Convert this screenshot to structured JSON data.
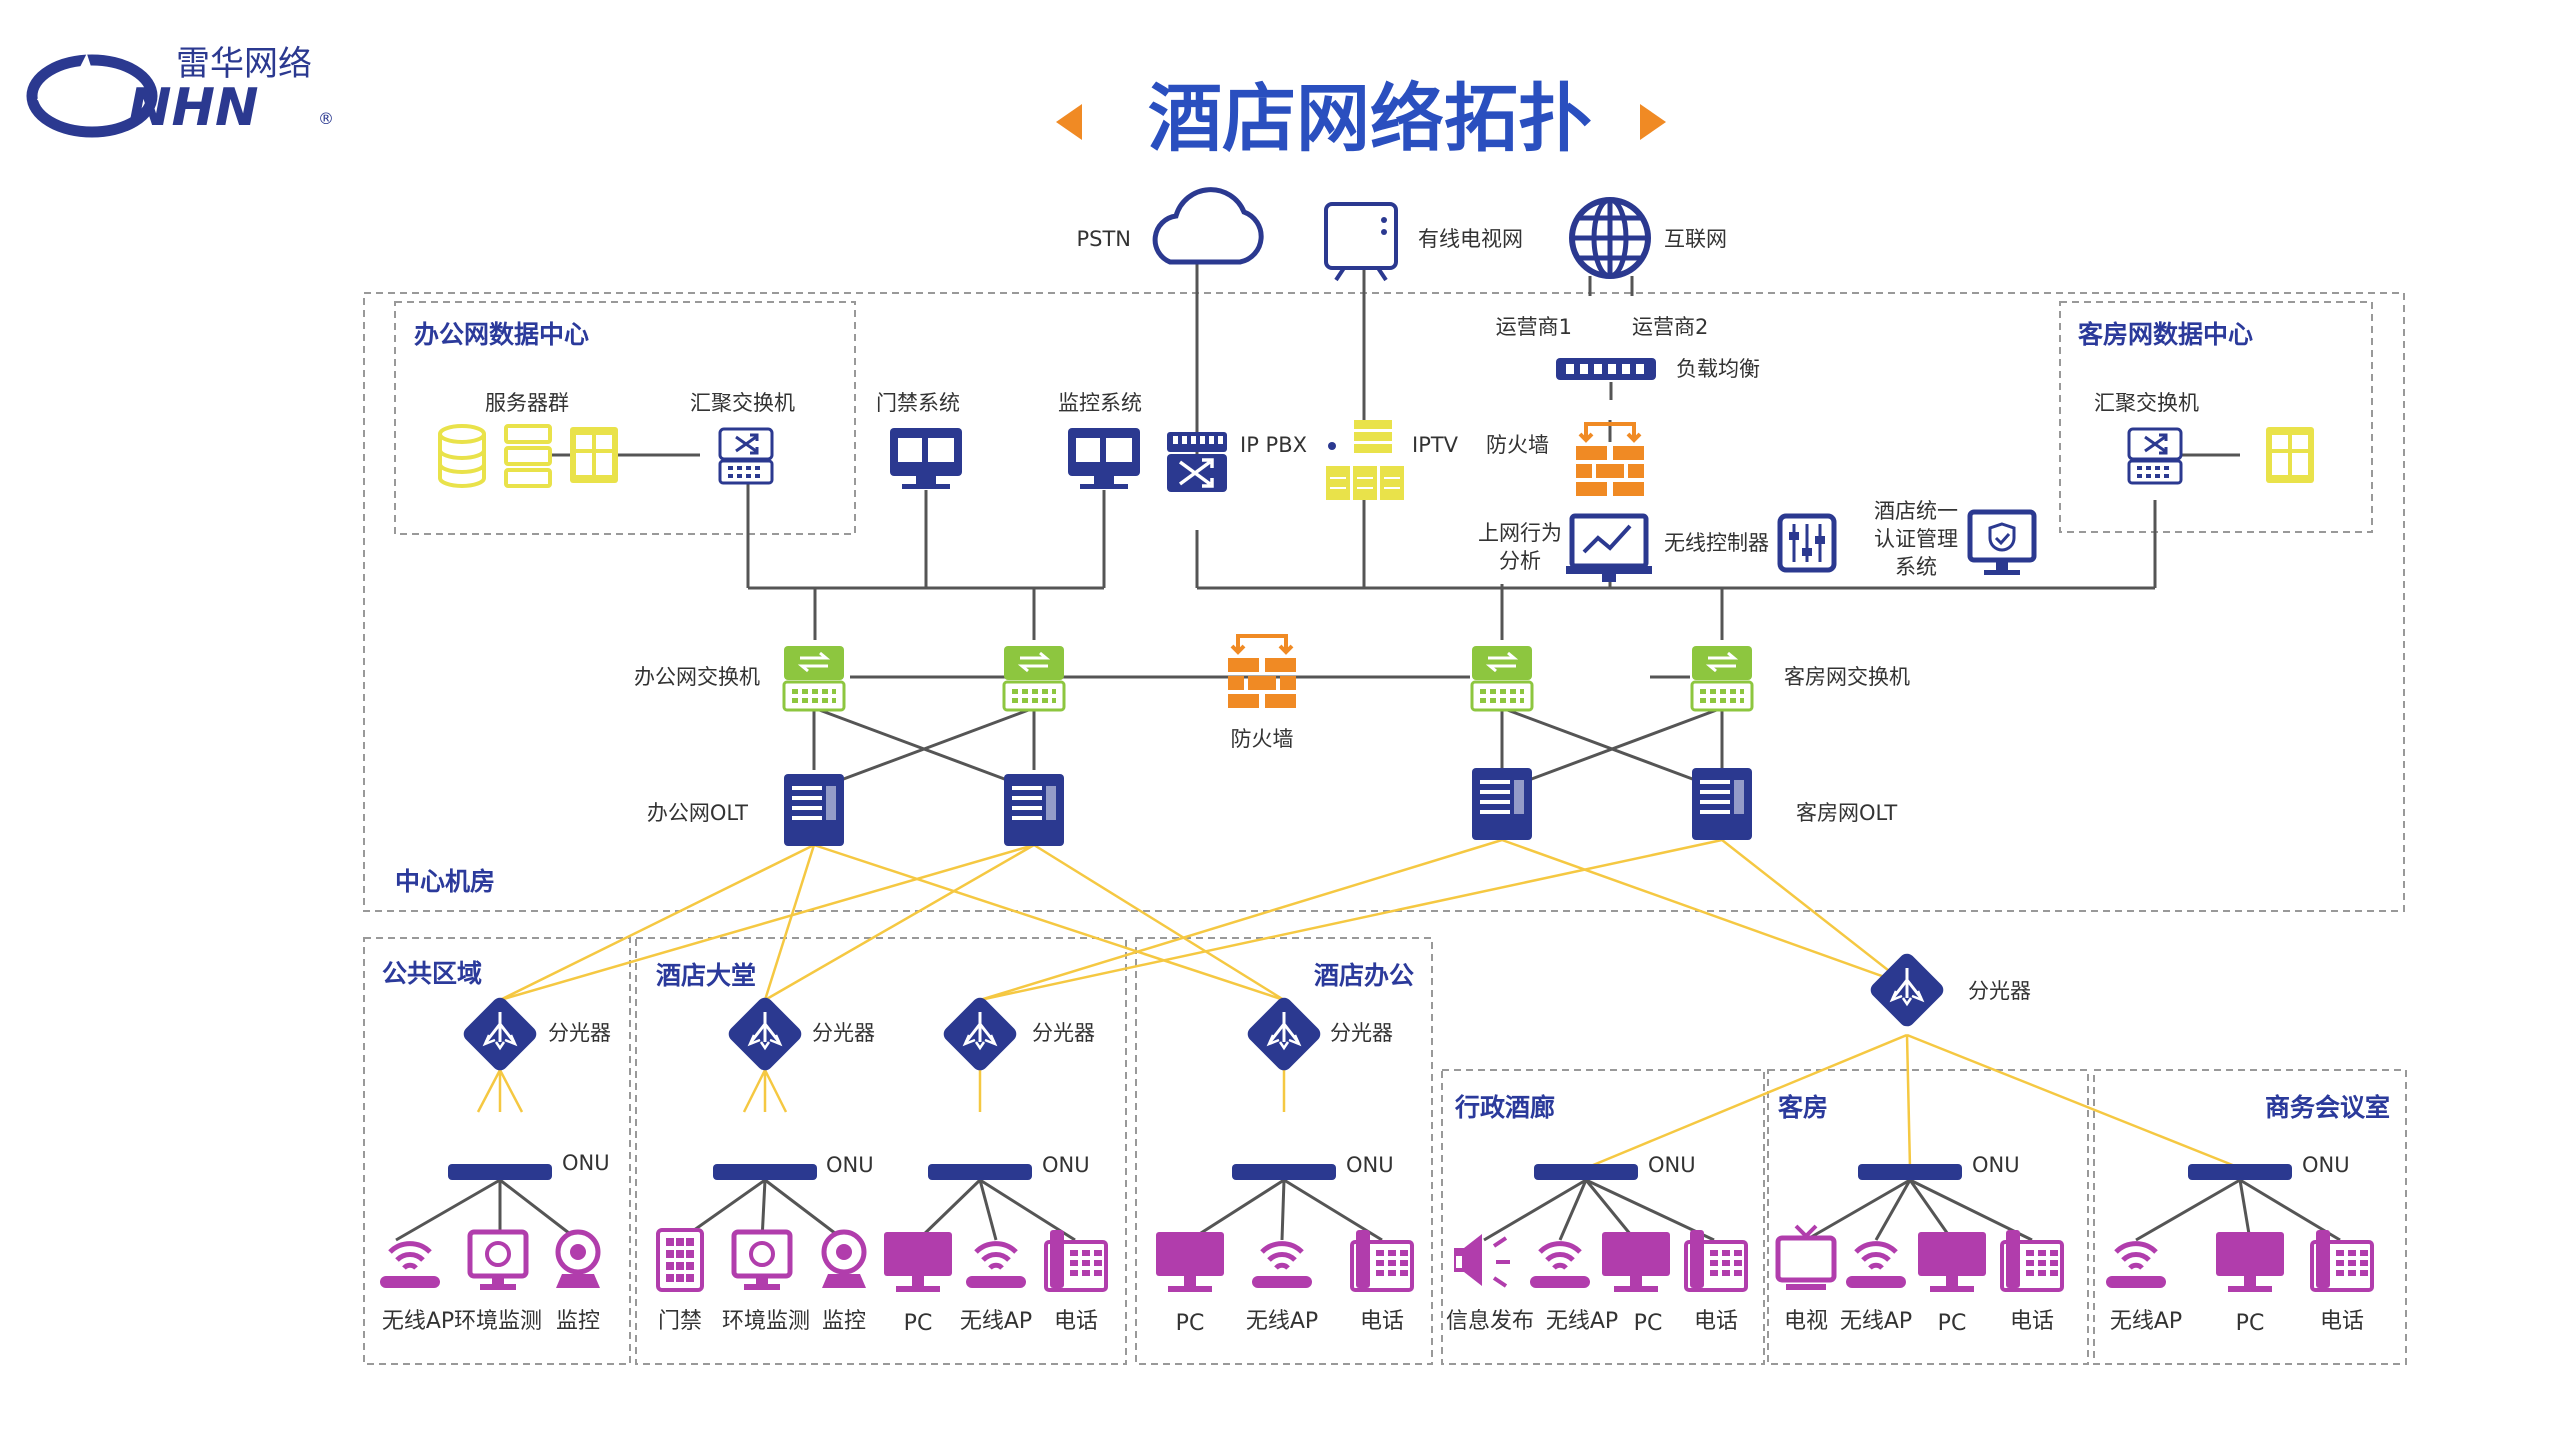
{
  "brand": {
    "cn_name": "雷华网络",
    "en_name": "NHN",
    "trademark": "®"
  },
  "title": "酒店网络拓扑",
  "colors": {
    "navy": "#2b3990",
    "green": "#8dc63f",
    "orange": "#f08a24",
    "yellow": "#e9e24a",
    "purple": "#b13dac",
    "fiber": "#f5c842"
  },
  "external": {
    "pstn": "PSTN",
    "cable_tv": "有线电视网",
    "internet": "互联网"
  },
  "operators": {
    "op1": "运营商1",
    "op2": "运营商2",
    "load_balance": "负载均衡"
  },
  "office_dc": {
    "title": "办公网数据中心",
    "servers": "服务器群",
    "agg_switch": "汇聚交换机"
  },
  "guest_dc": {
    "title": "客房网数据中心",
    "agg_switch": "汇聚交换机"
  },
  "systems": {
    "access_control": "门禁系统",
    "monitoring": "监控系统",
    "ip_pbx": "IP PBX",
    "iptv": "IPTV",
    "firewall": "防火墙",
    "behavior_line1": "上网行为",
    "behavior_line2": "分析",
    "wireless_ctrl": "无线控制器",
    "auth_line1": "酒店统一",
    "auth_line2": "认证管理",
    "auth_line3": "系统"
  },
  "core": {
    "office_switch": "办公网交换机",
    "guest_switch": "客房网交换机",
    "firewall": "防火墙",
    "office_olt": "办公网OLT",
    "guest_olt": "客房网OLT",
    "room": "中心机房"
  },
  "splitter": "分光器",
  "onu": "ONU",
  "zones": {
    "public": {
      "title": "公共区域",
      "devices": [
        "无线AP",
        "环境监测",
        "监控"
      ]
    },
    "lobby": {
      "title": "酒店大堂",
      "devices_a": [
        "门禁",
        "环境监测",
        "监控"
      ],
      "devices_b": [
        "PC",
        "无线AP",
        "电话"
      ]
    },
    "office": {
      "title": "酒店办公",
      "devices": [
        "PC",
        "无线AP",
        "电话"
      ]
    },
    "exec": {
      "title": "行政酒廊",
      "devices": [
        "信息发布",
        "无线AP",
        "PC",
        "电话"
      ]
    },
    "room": {
      "title": "客房",
      "devices": [
        "电视",
        "无线AP",
        "PC",
        "电话"
      ]
    },
    "meeting": {
      "title": "商务会议室",
      "devices": [
        "无线AP",
        "PC",
        "电话"
      ]
    }
  }
}
